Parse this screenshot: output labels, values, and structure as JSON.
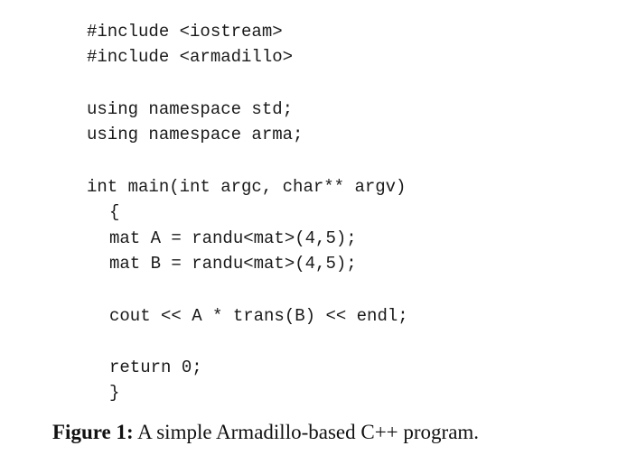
{
  "code_lines": [
    "#include <iostream>",
    "#include <armadillo>",
    "using namespace std;",
    "using namespace arma;",
    "int main(int argc, char** argv)",
    "{",
    "mat A = randu<mat>(4,5);",
    "mat B = randu<mat>(4,5);",
    "cout << A * trans(B) << endl;",
    "return 0;",
    "}"
  ],
  "caption": {
    "label": "Figure 1:",
    "text": "A simple Armadillo-based C++ program."
  }
}
